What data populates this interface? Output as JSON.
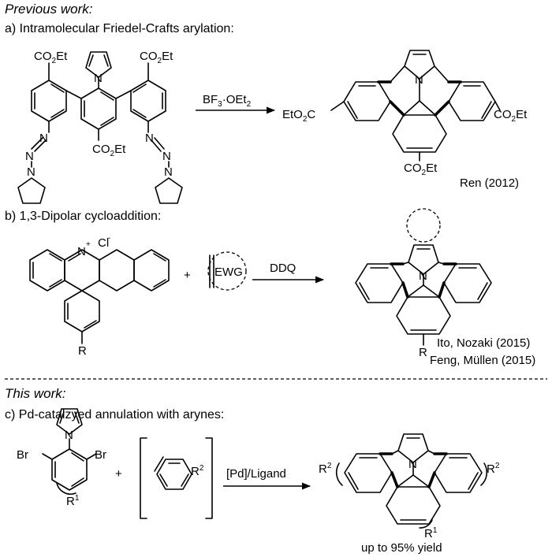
{
  "headers": {
    "previous_work": "Previous work:",
    "this_work": "This work:"
  },
  "sections": {
    "a": "a) Intramolecular Friedel-Crafts arylation:",
    "b": "b) 1,3-Dipolar cycloaddition:",
    "c": "c) Pd-catalzyed annulation with arynes:"
  },
  "labels": {
    "co2et": "CO",
    "co2et_sub": "2",
    "co2et_tail": "Et",
    "eto2c_head": "EtO",
    "eto2c_sub": "2",
    "eto2c_tail": "C",
    "n": "N",
    "r": "R",
    "br": "Br",
    "cl": "Cl",
    "minus": "-",
    "plus": "+",
    "plus_sign": "+",
    "ewg": "EWG",
    "r1": "R",
    "r1_sup": "1",
    "r2": "R",
    "r2_sup": "2"
  },
  "reagents": {
    "a_head": "BF",
    "a_sub3": "3",
    "a_mid": "·OEt",
    "a_sub2": "2",
    "b": "DDQ",
    "c": "[Pd]/Ligand"
  },
  "citations": {
    "a": "Ren (2012)",
    "b1": "Ito, Nozaki (2015)",
    "b2": "Feng, Müllen (2015)"
  },
  "yield": "up to 95% yield"
}
